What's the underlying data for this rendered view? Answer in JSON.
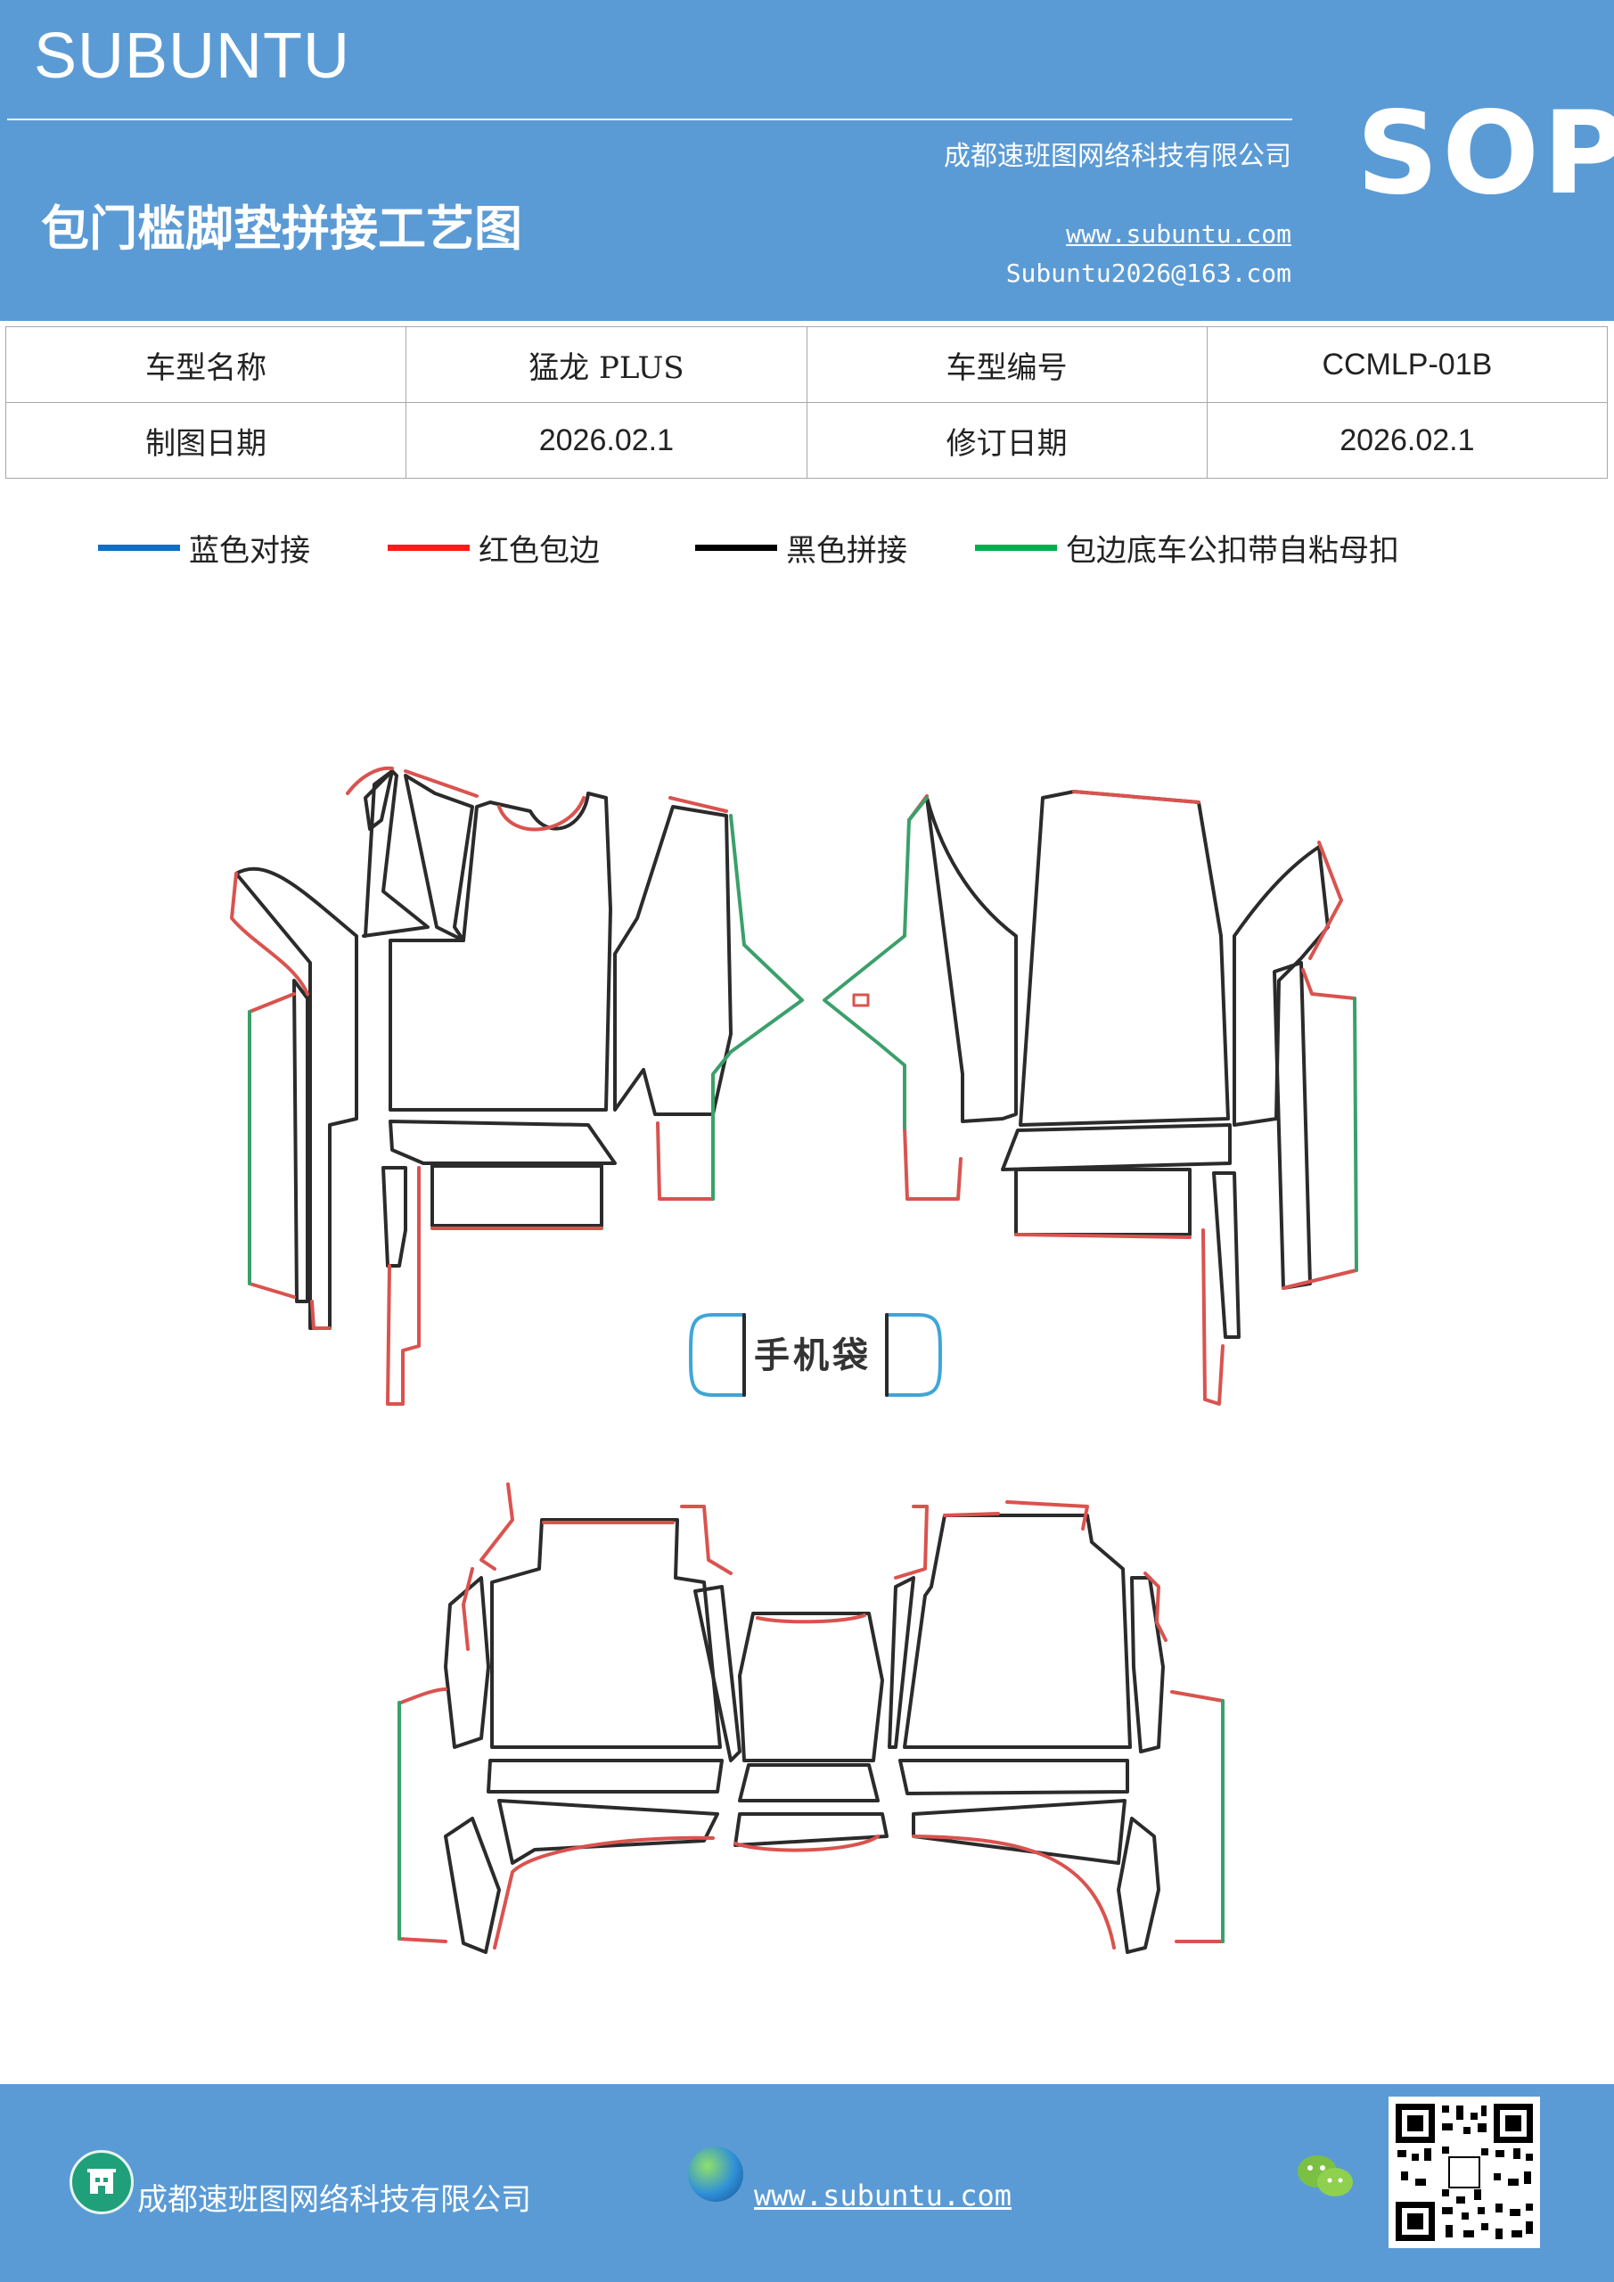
{
  "header": {
    "brand": "SUBUNTU",
    "company": "成都速班图网络科技有限公司",
    "title": "包门槛脚垫拼接工艺图",
    "website": "www.subuntu.com",
    "email": "Subuntu2026@163.com",
    "badge": "SOP"
  },
  "info_table": {
    "row1": [
      "车型名称",
      "猛龙 PLUS",
      "车型编号",
      "CCMLP-01B"
    ],
    "row2": [
      "制图日期",
      "2026.02.1",
      "修订日期",
      "2026.02.1"
    ]
  },
  "legend": [
    {
      "label": "蓝色对接",
      "color": "#0f6fc6"
    },
    {
      "label": "红色包边",
      "color": "#ff1a1a"
    },
    {
      "label": "黑色拼接",
      "color": "#000000"
    },
    {
      "label": "包边底车公扣带自粘母扣",
      "color": "#00b050"
    }
  ],
  "diagram": {
    "phone_pocket_label": "手机袋",
    "colors": {
      "outline": "#2b2b2b",
      "red": "#d9534f",
      "green": "#3aa06a",
      "blue": "#3ea6d8"
    }
  },
  "footer": {
    "company": "成都速班图网络科技有限公司",
    "website": "www.subuntu.com",
    "icons": [
      "building-icon",
      "globe-icon",
      "wechat-icon",
      "qr-code"
    ]
  }
}
